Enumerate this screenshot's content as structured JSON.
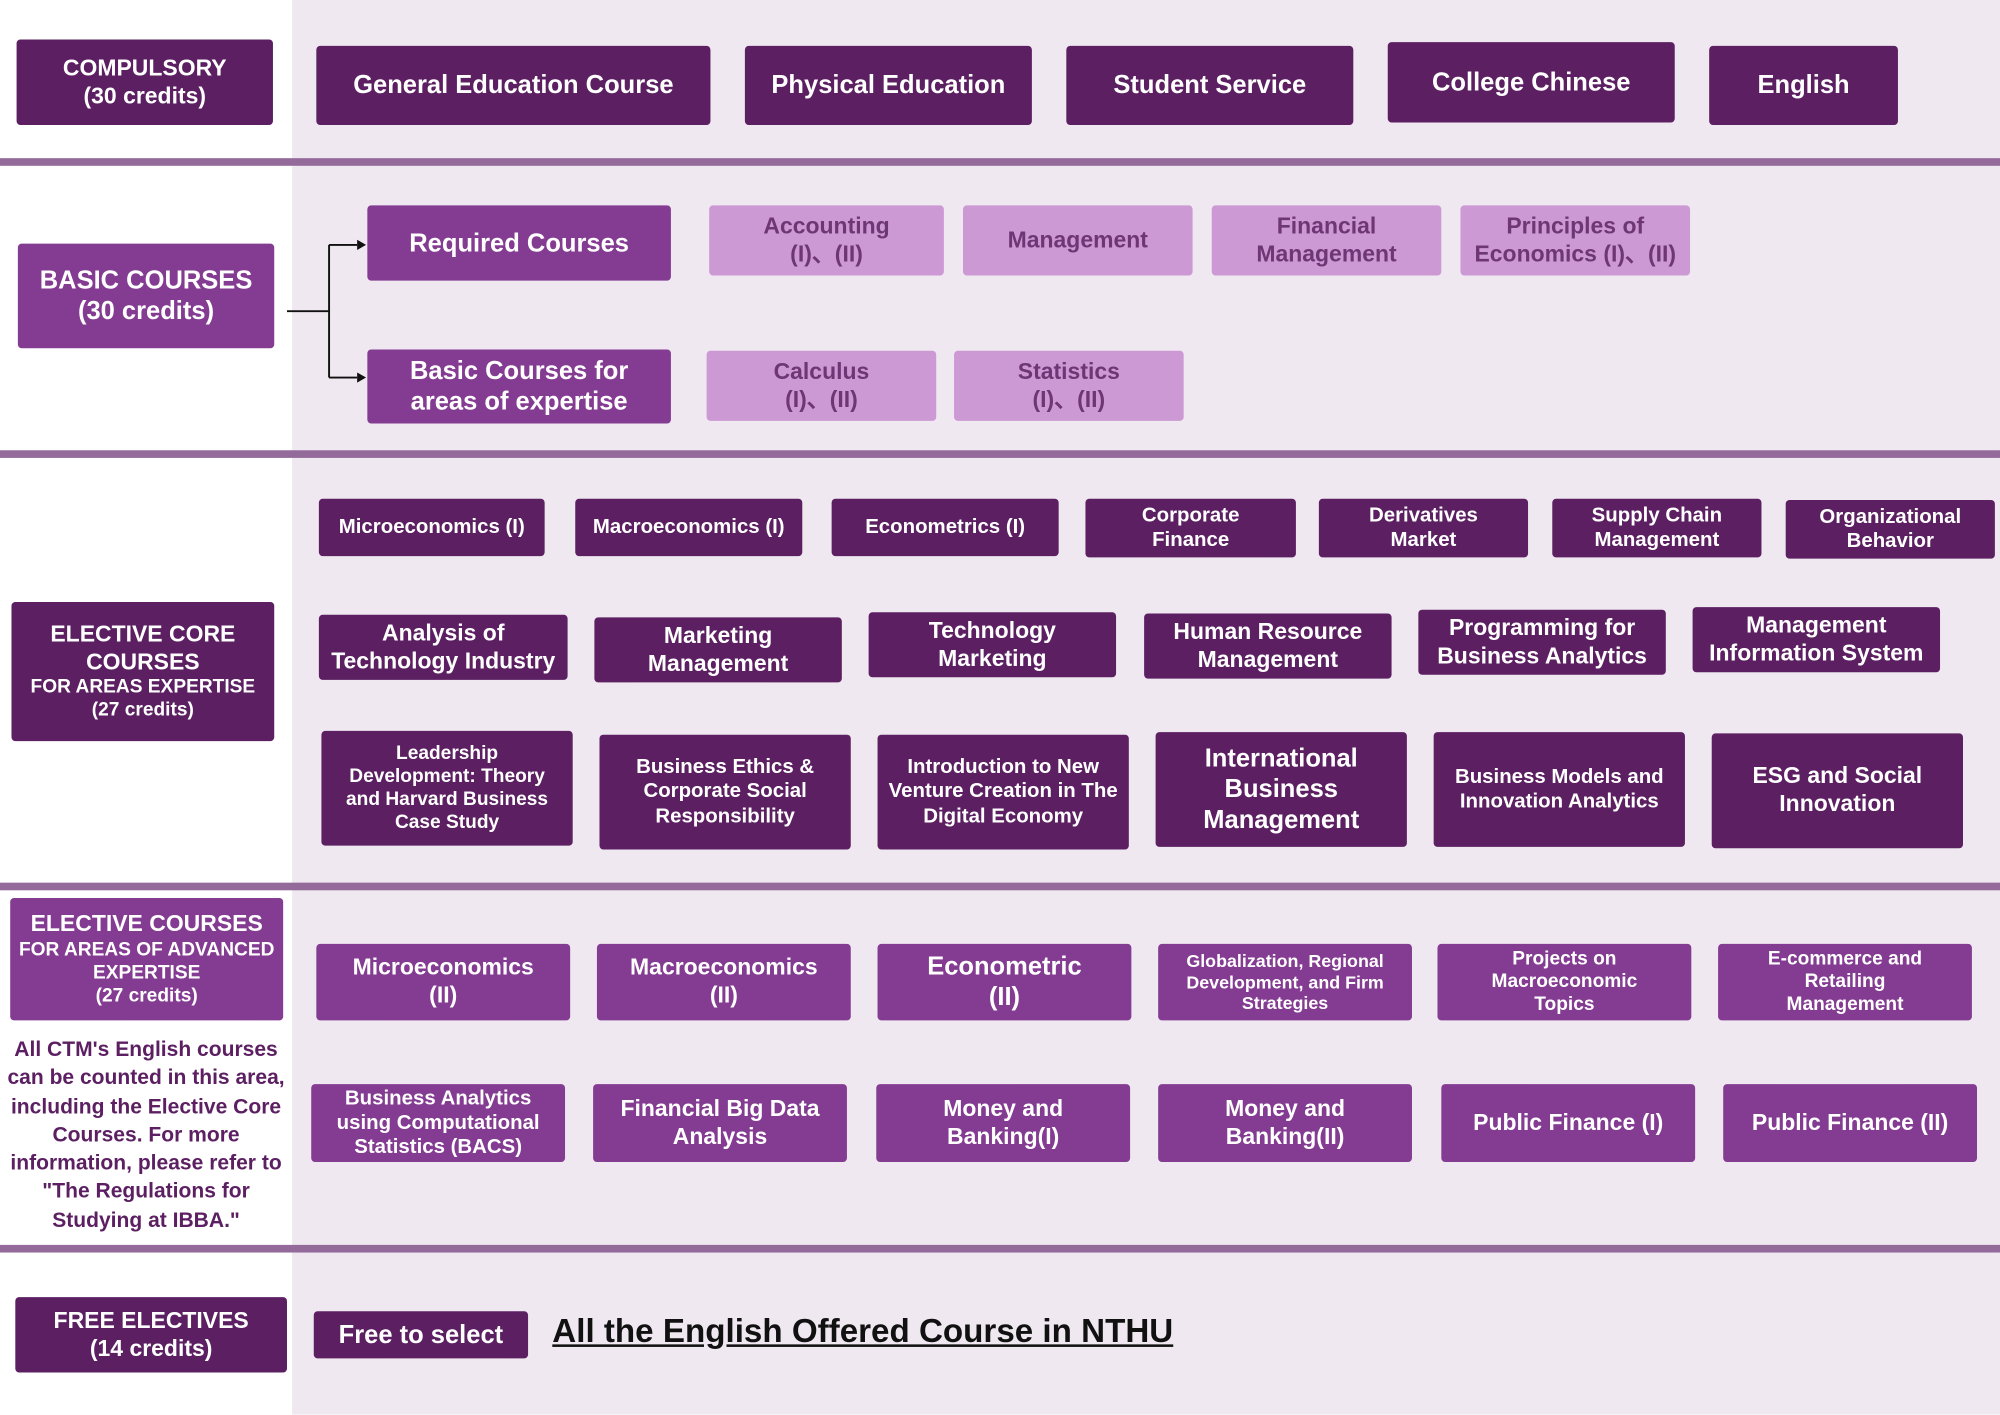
{
  "compulsory": {
    "label": "COMPULSORY\n(30  credits)",
    "courses": [
      "General Education Course",
      "Physical Education",
      "Student Service",
      "College Chinese",
      "English"
    ]
  },
  "basic": {
    "label": "BASIC COURSES\n(30 credits)",
    "required_label": "Required Courses",
    "areas_label": "Basic Courses for\nareas of expertise",
    "required": [
      "Accounting\n(I)、(II)",
      "Management",
      "Financial\nManagement",
      "Principles of\nEconomics (I)、(II)"
    ],
    "areas": [
      "Calculus\n(I)、(II)",
      "Statistics\n(I)、(II)"
    ]
  },
  "elective_core": {
    "title": "ELECTIVE CORE\nCOURSES",
    "sub": "FOR AREAS EXPERTISE\n(27 credits)",
    "row1": [
      "Microeconomics (I)",
      "Macroeconomics (I)",
      "Econometrics (I)",
      "Corporate\nFinance",
      "Derivatives\nMarket",
      "Supply Chain\nManagement",
      "Organizational\nBehavior"
    ],
    "row2": [
      "Analysis of\nTechnology Industry",
      "Marketing\nManagement",
      "Technology\nMarketing",
      "Human Resource\nManagement",
      "Programming for\nBusiness Analytics",
      "Management\nInformation System"
    ],
    "row3": [
      "Leadership\nDevelopment: Theory\nand Harvard Business\nCase Study",
      "Business Ethics &\nCorporate Social\nResponsibility",
      "Introduction to New\nVenture Creation in The\nDigital Economy",
      "International\nBusiness\nManagement",
      "Business Models and\nInnovation Analytics",
      "ESG and Social\nInnovation"
    ]
  },
  "elective": {
    "title": "ELECTIVE COURSES",
    "sub": "FOR AREAS OF ADVANCED\nEXPERTISE\n(27 credits)",
    "note": "All CTM's English courses can be counted in this area, including the Elective Core Courses. For more information, please refer to \"The Regulations for Studying at IBBA.\"",
    "row1": [
      "Microeconomics\n(II)",
      "Macroeconomics\n(II)",
      "Econometric\n(II)",
      "Globalization, Regional\nDevelopment, and Firm\nStrategies",
      "Projects on\nMacroeconomic\nTopics",
      "E-commerce and\nRetailing\nManagement"
    ],
    "row2": [
      "Business Analytics\nusing Computational\nStatistics (BACS)",
      "Financial Big Data\nAnalysis",
      "Money and\nBanking(I)",
      "Money and\nBanking(II)",
      "Public Finance (I)",
      "Public Finance (II)"
    ]
  },
  "free": {
    "label": "FREE ELECTIVES\n(14 credits)",
    "select_label": "Free to select",
    "link": "All the English Offered Course in NTHU"
  },
  "colors": {
    "dark": "#5b1f62",
    "medium": "#843b92",
    "light": "#cc99d4",
    "divider": "#936a9a",
    "bg": "#efe8f0"
  }
}
